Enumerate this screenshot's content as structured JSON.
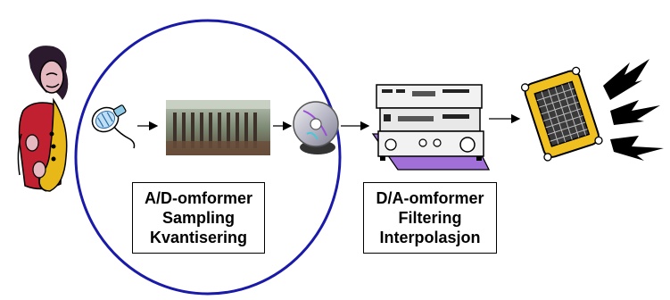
{
  "ad_box": {
    "line1": "A/D-omformer",
    "line2": "Sampling",
    "line3": "Kvantisering"
  },
  "da_box": {
    "line1": "D/A-omformer",
    "line2": "Filtering",
    "line3": "Interpolasjon"
  },
  "icons": [
    "saxophone-player-icon",
    "microphone-icon",
    "mixing-console-icon",
    "compact-disc-icon",
    "stereo-system-icon",
    "loudspeaker-icon"
  ],
  "colors": {
    "circle": "#1a1aa8",
    "arrow": "#000000"
  }
}
